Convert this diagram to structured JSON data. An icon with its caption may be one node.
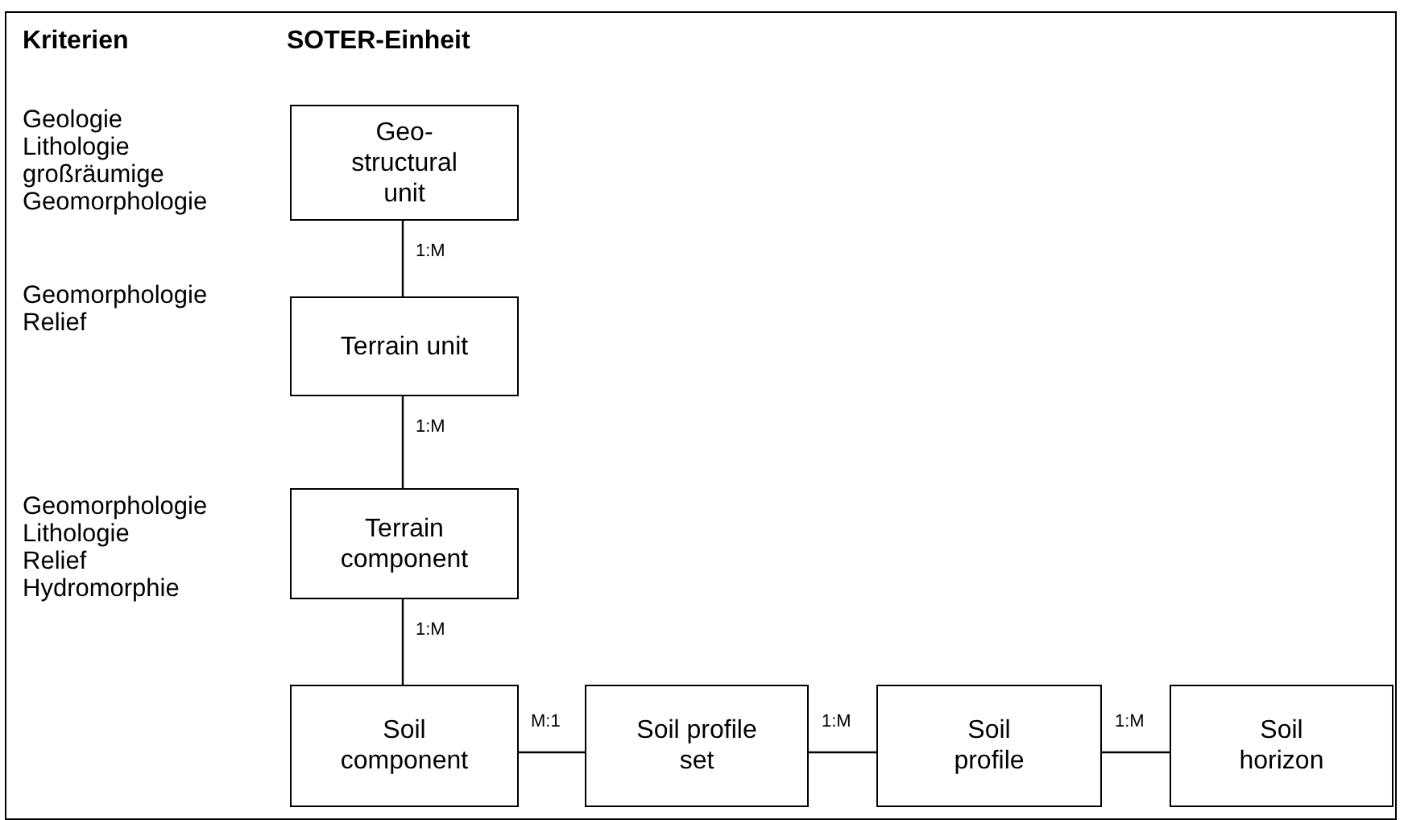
{
  "diagram": {
    "nodes": [
      {
        "text": [
          "Geo- structural unit"
        ],
        "beside": [
          "Geologie",
          "Lithologie",
          "großräumige",
          "Geomorphologie"
        ]
      },
      {
        "text": [
          "Terrain unit"
        ],
        "beside": [
          "Geomorphologie",
          "Relief"
        ]
      },
      {
        "text": [
          "Terrain component"
        ],
        "beside": [
          "Geomorphologie",
          "Lithologie",
          "Relief",
          "Hydromorphie"
        ]
      },
      {
        "text": [
          "Soil component"
        ]
      },
      {
        "text": [
          "Soil profile set"
        ]
      },
      {
        "text": [
          "Soil profile"
        ]
      },
      {
        "text": [
          "Soil horizon"
        ]
      }
    ],
    "edges": [
      {
        "from": 0,
        "to": 1,
        "arrow": "none",
        "label": "1:M"
      },
      {
        "from": 1,
        "to": 2,
        "arrow": "none",
        "label": "1:M"
      },
      {
        "from": 2,
        "to": 3,
        "arrow": "none",
        "label": "1:M"
      },
      {
        "from": 3,
        "to": 4,
        "arrow": "none",
        "label": "M:1"
      },
      {
        "from": 4,
        "to": 5,
        "arrow": "none",
        "label": "1:M"
      },
      {
        "from": 5,
        "to": 6,
        "arrow": "none",
        "label": "1:M"
      }
    ],
    "labels": [
      "Kriterien",
      "SOTER-Einheit"
    ]
  }
}
